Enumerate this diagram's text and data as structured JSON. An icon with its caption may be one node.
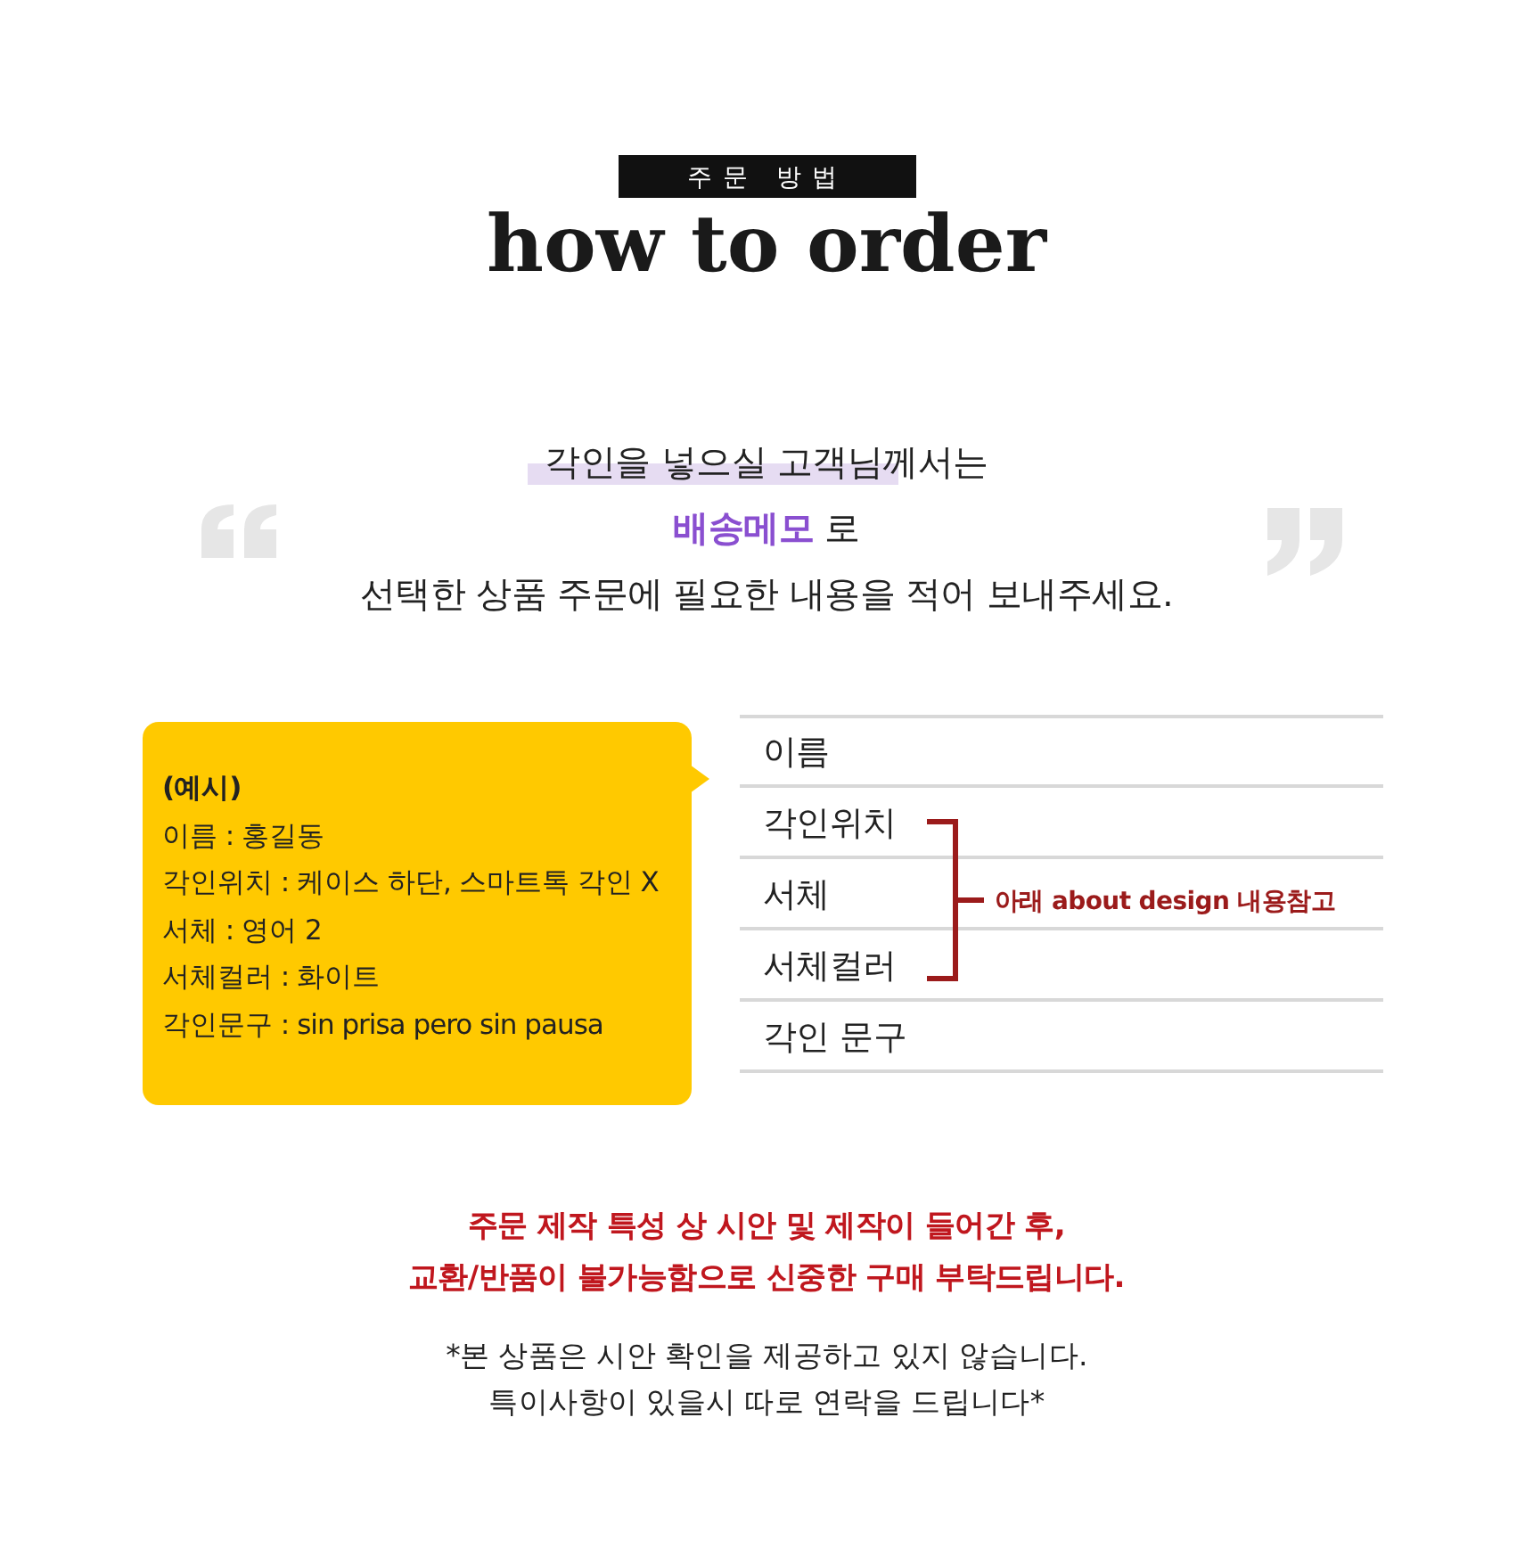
{
  "diagram": {
    "title": "how to order",
    "nodes": [
      {
        "text": [
          "(예시)",
          "이름 : 홍길동",
          "각인위치 : 케이스 하단, 스마트톡 각인 X",
          "서체 : 영어 2",
          "서체컬러 : 화이트",
          "각인문구 : sin prisa pero sin pausa"
        ]
      }
    ],
    "labels": [
      "주문 방법",
      "각인을 넣으실 고객님께서는",
      "**배송메모** 로",
      "선택한 상품 주문에 필요한 내용을 적어 보내주세요.",
      "이름",
      "각인위치",
      "서체",
      "서체컬러",
      "각인 문구",
      "아래 about design 내용참고",
      "주문 제작 특성 상 시안 및 제작이 들어간 후,",
      "교환/반품이 불가능함으로 신중한 구매 부탁드립니다.",
      "*본 상품은 시안 확인을 제공하고 있지 않습니다.",
      "특이사항이 있을시 따로 연락을 드립니다*"
    ]
  }
}
